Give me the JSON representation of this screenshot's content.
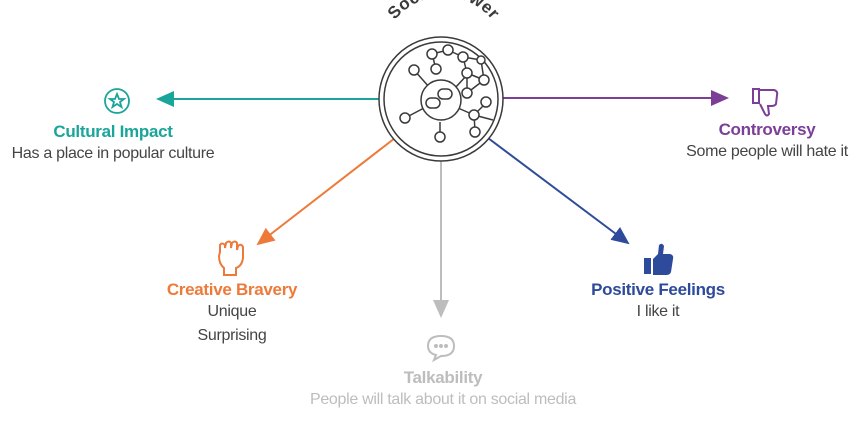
{
  "center": {
    "title": "Social Power",
    "icon": "social-network-chat-icon"
  },
  "colors": {
    "cultural": "#1aa59a",
    "controversy": "#7b3f98",
    "positive": "#2e4a9a",
    "creative": "#ee7a3a",
    "talkability": "#bdbdbd",
    "center": "#3a3a3a"
  },
  "nodes": {
    "cultural": {
      "title": "Cultural Impact",
      "lines": [
        "Has a place in popular culture"
      ],
      "icon": "star-circle-icon"
    },
    "controversy": {
      "title": "Controversy",
      "lines": [
        "Some people will hate it"
      ],
      "icon": "thumbs-down-icon"
    },
    "creative": {
      "title": "Creative Bravery",
      "lines": [
        "Unique",
        "Surprising"
      ],
      "icon": "raised-fist-icon"
    },
    "positive": {
      "title": "Positive Feelings",
      "lines": [
        "I like it"
      ],
      "icon": "thumbs-up-icon"
    },
    "talkability": {
      "title": "Talkability",
      "lines": [
        "People will talk about it on social media"
      ],
      "icon": "speech-bubble-icon"
    }
  }
}
